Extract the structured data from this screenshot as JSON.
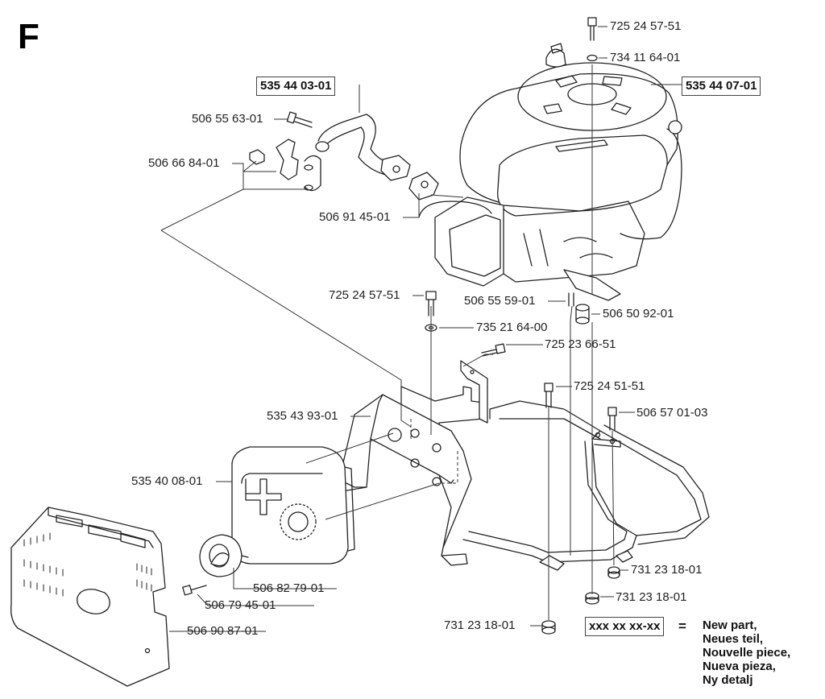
{
  "section_letter": "F",
  "boxed_parts": {
    "breather_tube": "535 44 03-01",
    "engine": "535 44 07-01"
  },
  "parts": {
    "p1": "725 24 57-51",
    "p2": "734 11 64-01",
    "p3": "506 55 63-01",
    "p4": "506 66 84-01",
    "p5": "506 91 45-01",
    "p6": "725 24 57-51",
    "p7": "506 55 59-01",
    "p8": "506 50 92-01",
    "p9": "735 21 64-00",
    "p10": "725 23 66-51",
    "p11": "725 24 51-51",
    "p12": "506 57 01-03",
    "p13": "535 43 93-01",
    "p14": "535 40 08-01",
    "p15": "506 82 79-01",
    "p16": "506 79 45-01",
    "p17": "731 23 18-01",
    "p18": "731 23 18-01",
    "p19": "731 23 18-01",
    "p20": "506 90 87-01"
  },
  "legend": {
    "placeholder": "xxx xx xx-xx",
    "equals": "=",
    "lines": [
      "New part,",
      "Neues teil,",
      "Nouvelle piece,",
      "Nueva pieza,",
      "Ny detalj"
    ]
  }
}
